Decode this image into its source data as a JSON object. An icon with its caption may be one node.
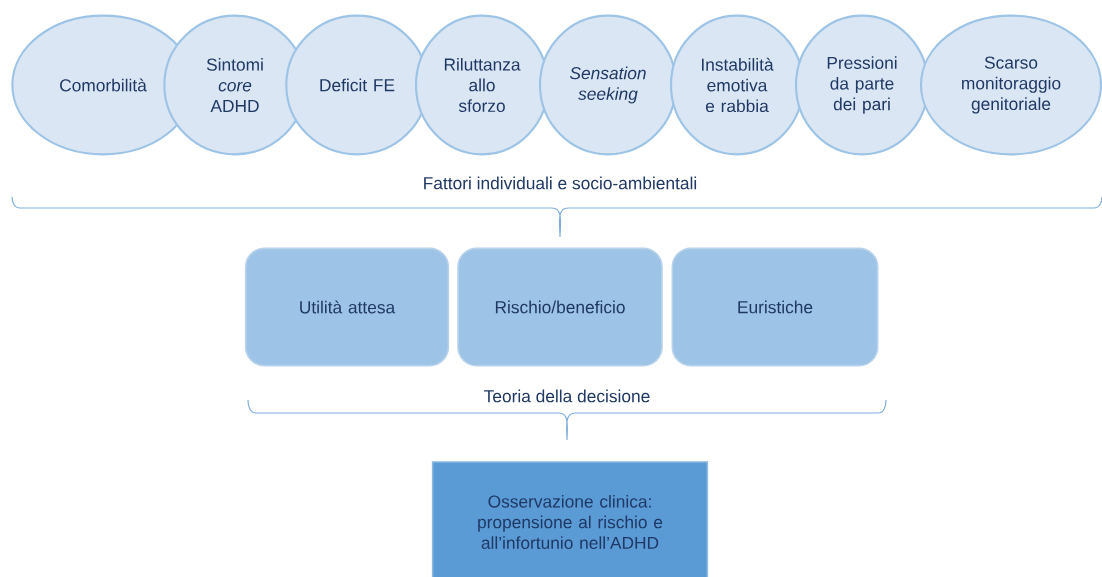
{
  "diagram": {
    "nodes": [
      {
        "text": [
          "Comorbilità"
        ]
      },
      {
        "text": [
          "Sintomi *core* ADHD"
        ]
      },
      {
        "text": [
          "Deficit FE"
        ]
      },
      {
        "text": [
          "Riluttanza allo sforzo"
        ]
      },
      {
        "text": [
          "Sensation seeking"
        ]
      },
      {
        "text": [
          "Instabilità emotiva e rabbia"
        ]
      },
      {
        "text": [
          "Pressioni da parte dei pari"
        ]
      },
      {
        "text": [
          "Scarso monitoraggio genitoriale"
        ]
      },
      {
        "text": [
          "Utilità attesa"
        ]
      },
      {
        "text": [
          "Rischio/beneficio"
        ]
      },
      {
        "text": [
          "Euristiche"
        ]
      },
      {
        "text": [
          "Osservazione clinica: propensione al rischio e all’infortunio nell’ADHD"
        ]
      }
    ],
    "labels": [
      "Fattori individuali e socio-ambientali",
      "Teoria della decisione"
    ]
  }
}
